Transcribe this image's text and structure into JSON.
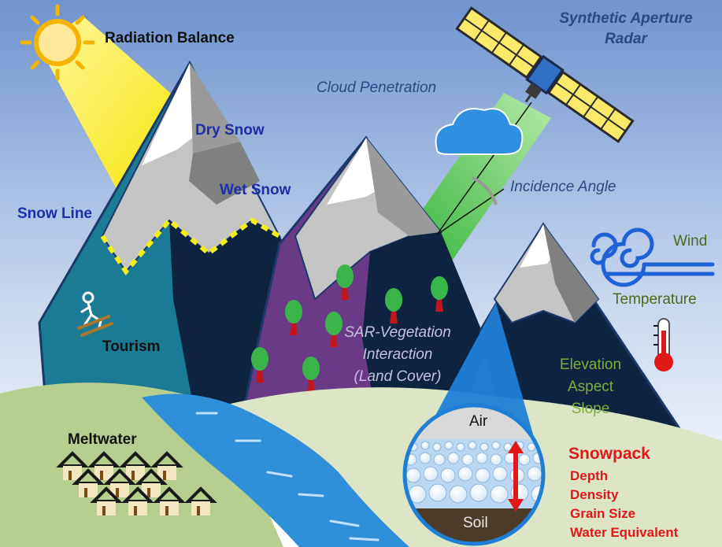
{
  "labels": {
    "radiation_balance": "Radiation Balance",
    "sar_line1": "Synthetic Aperture",
    "sar_line2": "Radar",
    "cloud_penetration": "Cloud Penetration",
    "dry_snow": "Dry Snow",
    "wet_snow": "Wet Snow",
    "snow_line": "Snow Line",
    "incidence_angle": "Incidence Angle",
    "wind": "Wind",
    "temperature": "Temperature",
    "tourism": "Tourism",
    "vegetation_line1": "SAR-Vegetation",
    "vegetation_line2": "Interaction",
    "vegetation_line3": "(Land Cover)",
    "elevation": "Elevation",
    "aspect": "Aspect",
    "slope": "Slope",
    "meltwater": "Meltwater",
    "air": "Air",
    "soil": "Soil"
  },
  "snowpack": {
    "title": "Snowpack",
    "properties": [
      "Depth",
      "Density",
      "Grain Size",
      "Water Equivalent"
    ]
  },
  "icons": [
    "sun-icon",
    "satellite-icon",
    "cloud-icon",
    "skier-icon",
    "wind-icon",
    "thermometer-icon",
    "tree-icon",
    "house-icon"
  ],
  "colors": {
    "sky_top": "#6f93d0",
    "sky_bottom": "#ffffff",
    "snow_line": "#f2ee1a",
    "sar_beam": "#3fc43f",
    "snowpack_red": "#e01818",
    "wind_blue": "#1f62d8"
  }
}
